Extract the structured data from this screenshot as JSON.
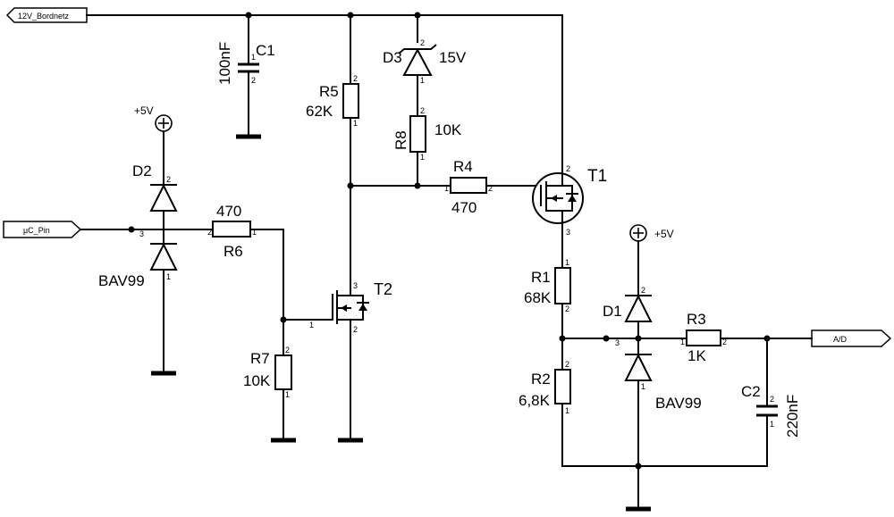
{
  "ports": {
    "supply": "12V_Bordnetz",
    "mcu": "µC_Pin",
    "adc": "A/D"
  },
  "power": {
    "vcc1": "+5V",
    "vcc2": "+5V"
  },
  "components": {
    "c1": {
      "name": "C1",
      "value": "100nF"
    },
    "c2": {
      "name": "C2",
      "value": "220nF"
    },
    "d3": {
      "name": "D3",
      "value": "15V"
    },
    "d2": {
      "name": "D2",
      "value": "BAV99"
    },
    "d1": {
      "name": "D1",
      "value": "BAV99"
    },
    "r5": {
      "name": "R5",
      "value": "62K"
    },
    "r8": {
      "name": "R8",
      "value": "10K"
    },
    "r4": {
      "name": "R4",
      "value": "470"
    },
    "r6": {
      "name": "R6",
      "value": "470"
    },
    "r7": {
      "name": "R7",
      "value": "10K"
    },
    "r1": {
      "name": "R1",
      "value": "68K"
    },
    "r2": {
      "name": "R2",
      "value": "6,8K"
    },
    "r3": {
      "name": "R3",
      "value": "1K"
    },
    "t1": {
      "name": "T1"
    },
    "t2": {
      "name": "T2"
    }
  },
  "pins": {
    "p1": "1",
    "p2": "2",
    "p3": "3"
  }
}
